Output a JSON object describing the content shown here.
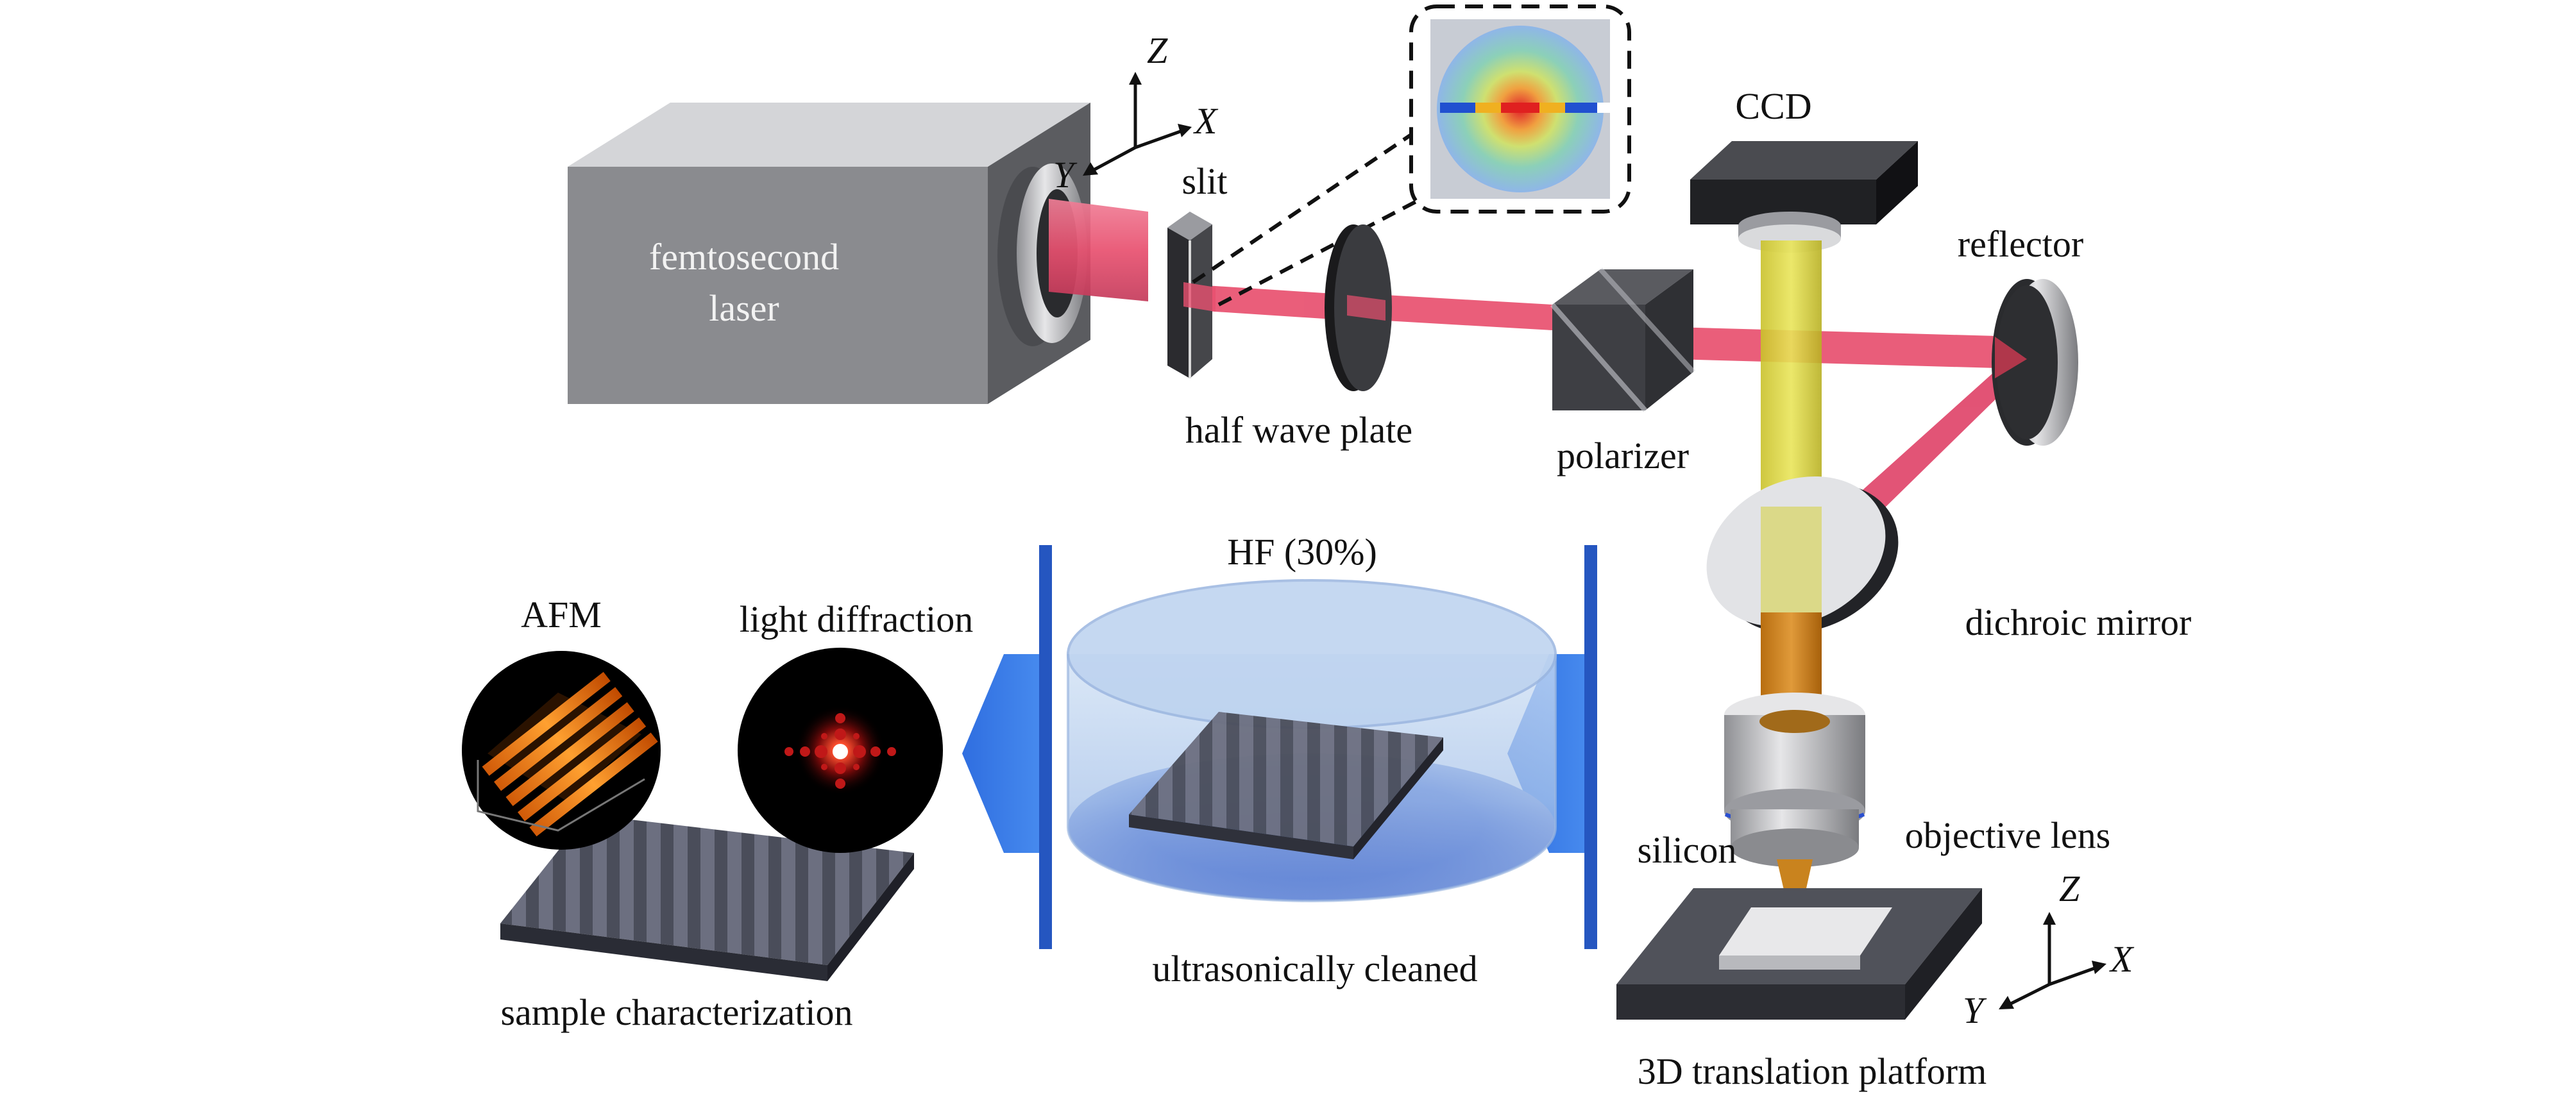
{
  "labels": {
    "laser": [
      "femtosecond",
      "laser"
    ],
    "slit": "slit",
    "half_wave_plate": "half wave plate",
    "polarizer": "polarizer",
    "ccd": "CCD",
    "reflector": "reflector",
    "dichroic_mirror": "dichroic mirror",
    "objective_lens": "objective lens",
    "silicon": "silicon",
    "platform": "3D translation platform",
    "hf": "HF (30%)",
    "cleaned": "ultrasonically cleaned",
    "afm": "AFM",
    "light_diffraction": "light diffraction",
    "sample_characterization": "sample characterization"
  },
  "axes_top": {
    "z": "Z",
    "x": "X",
    "y": "Y"
  },
  "axes_bottom": {
    "z": "Z",
    "x": "X",
    "y": "Y"
  },
  "colors": {
    "laser_beam": "#e8506f",
    "imaging_beam": "#d6d23a",
    "focused_beam": "#c9831e",
    "process_arrow": "#3a7de8",
    "device_body": "#8a8b8f",
    "hf_liquid": "#2f56c8"
  }
}
